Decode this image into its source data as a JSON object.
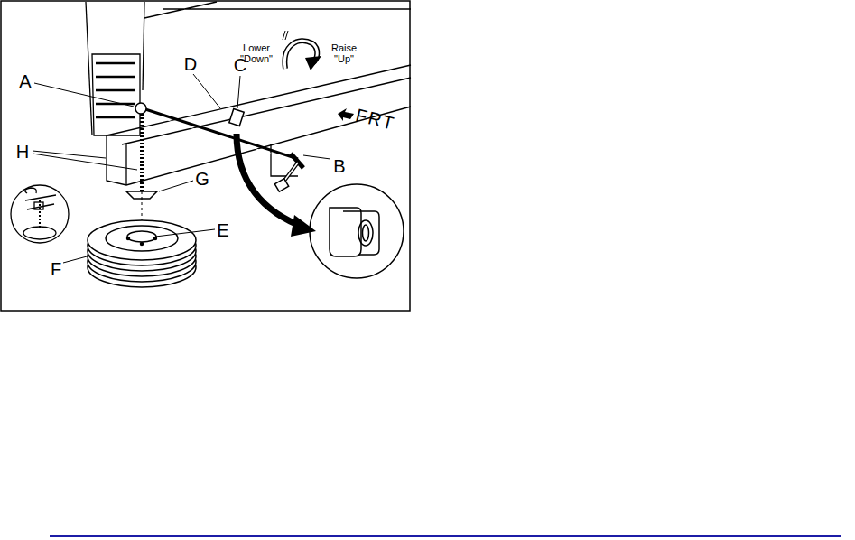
{
  "diagram": {
    "labels": [
      "A",
      "B",
      "C",
      "D",
      "E",
      "F",
      "G",
      "H",
      "Lower \"Down\"",
      "Raise \"Up\"",
      "FRT"
    ]
  }
}
